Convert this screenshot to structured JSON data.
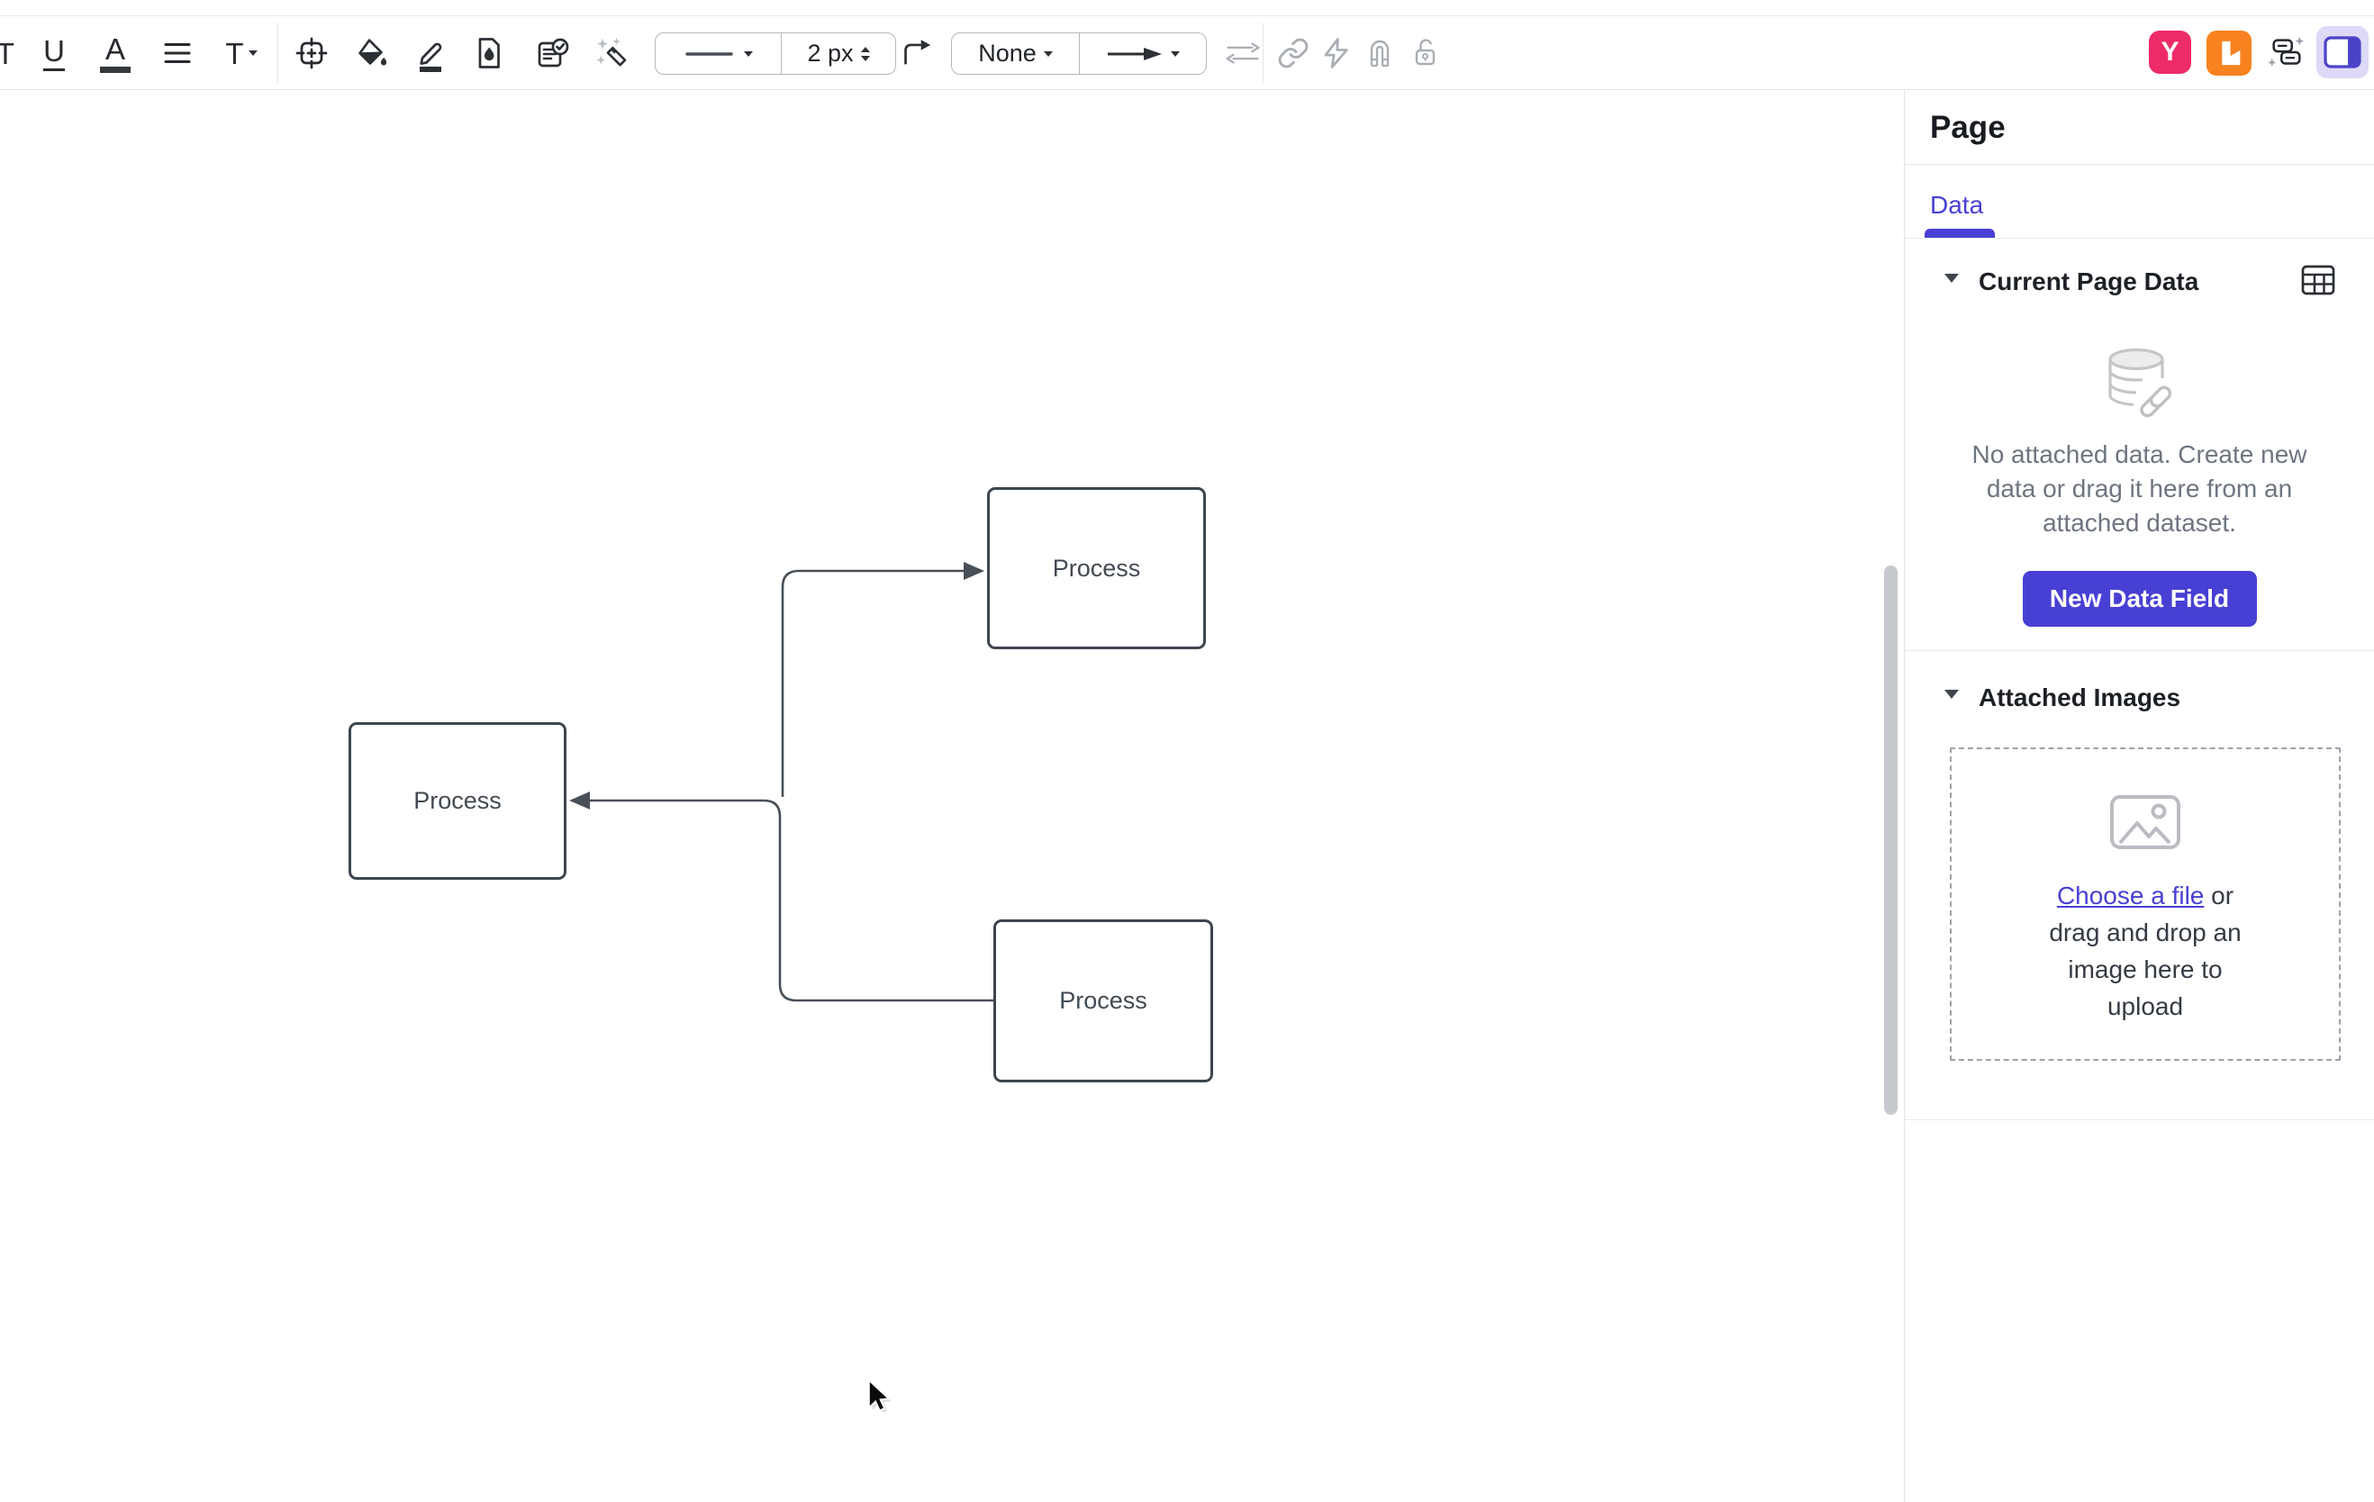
{
  "toolbar": {
    "clipped_tool": "T",
    "underline": "U",
    "font_color": "A",
    "text_style": "T",
    "line_width": "2 px",
    "line_start": "None",
    "icons": [
      "underline",
      "font-color",
      "text-align",
      "text-style",
      "canvas-frame",
      "fill-color",
      "line-color",
      "shadow",
      "review-checklist",
      "magic-wand",
      "line-style-select",
      "line-width-stepper",
      "elbow-connector",
      "line-start-select",
      "line-end-select",
      "swap-endpoints",
      "link",
      "quick-actions",
      "magnetize",
      "lock"
    ]
  },
  "top_right": {
    "icons": [
      "y-plugin-badge",
      "lucid-logo-badge",
      "smart-collaboration",
      "right-panel-toggle"
    ],
    "lucid_letter": "L",
    "plugin_letter": "Y"
  },
  "sidebar": {
    "title": "Page",
    "tab": "Data",
    "current_page_data": {
      "heading": "Current Page Data",
      "empty_lines": [
        "No attached data. Create new",
        "data or drag it here from an",
        "attached dataset."
      ],
      "button": "New Data Field"
    },
    "attached_images": {
      "heading": "Attached Images",
      "link": "Choose a file",
      "after_link": " or",
      "lines": [
        "drag and drop an",
        "image here to",
        "upload"
      ]
    }
  },
  "canvas": {
    "shapes": [
      {
        "label": "Process"
      },
      {
        "label": "Process"
      },
      {
        "label": "Process"
      }
    ]
  },
  "colors": {
    "accent": "#4840d4",
    "plugin_pink": "#ee2b69",
    "lucid_orange": "#f8821f",
    "disabled_icon": "#a9aeb4",
    "shape_stroke": "#3e454e"
  }
}
